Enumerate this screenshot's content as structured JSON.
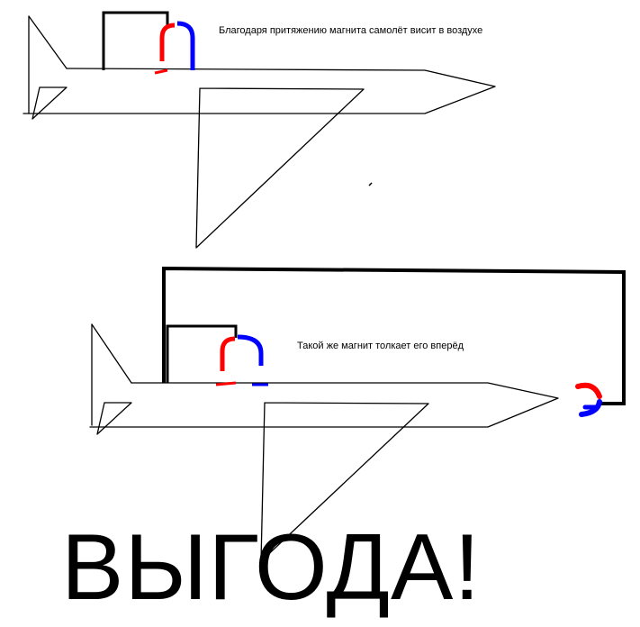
{
  "captions": {
    "top": "Благодаря притяжению магнита самолёт висит в  воздухе",
    "bottom": "Такой же магнит толкает его вперёд"
  },
  "headline": "ВЫГОДА!",
  "colors": {
    "outline": "#000000",
    "magnet_north": "#ff0000",
    "magnet_south": "#0000ff",
    "background": "#ffffff"
  }
}
